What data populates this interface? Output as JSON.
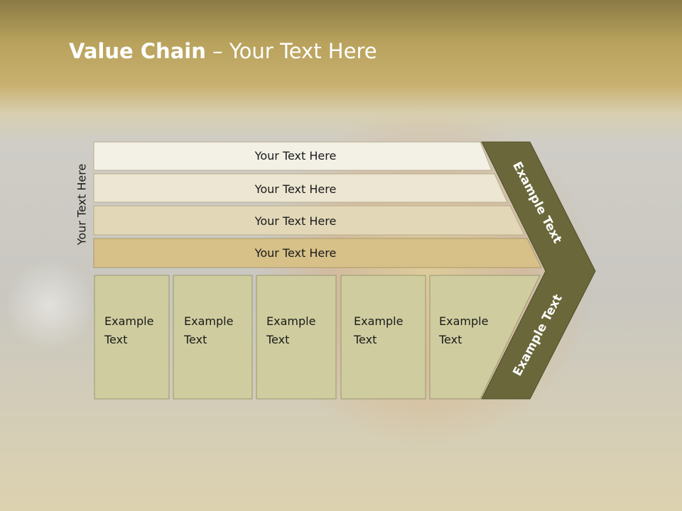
{
  "slide": {
    "title_bold": "Value Chain",
    "title_rest": " – Your Text Here",
    "side_label": "Your Text Here"
  },
  "support_rows": [
    "Your Text Here",
    "Your Text Here",
    "Your Text Here",
    "Your Text Here"
  ],
  "primary_boxes": [
    [
      "Example",
      "Text"
    ],
    [
      "Example",
      "Text"
    ],
    [
      "Example",
      "Text"
    ],
    [
      "Example",
      "Text"
    ],
    [
      "Example",
      "Text"
    ]
  ],
  "chevron_top_label": "Example Text",
  "chevron_bottom_label": "Example Text",
  "colors": {
    "row1": "#f3f0e6",
    "row2": "#ece6d2",
    "row3": "#e2d8b8",
    "row4": "#d7c188",
    "box": "#cfcd9f",
    "chevron": "#6a683a"
  }
}
